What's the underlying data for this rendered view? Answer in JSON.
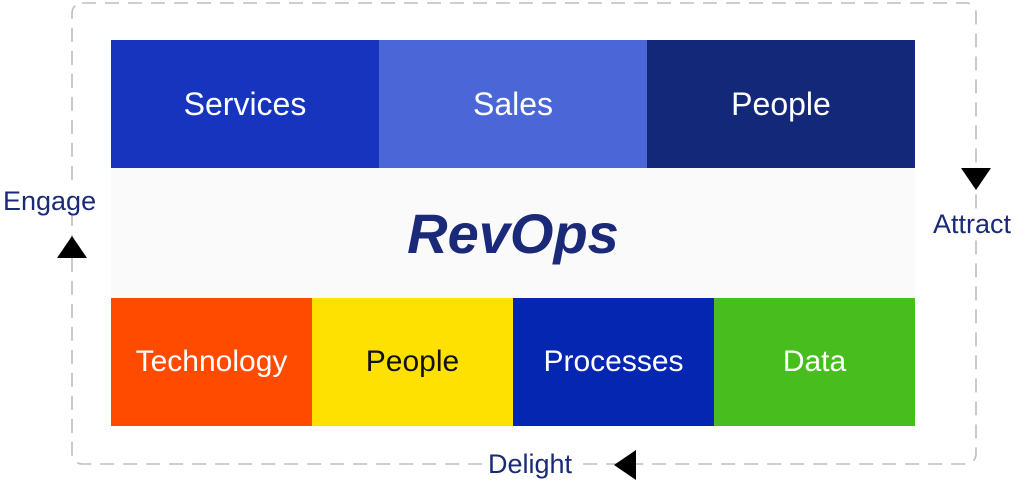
{
  "top_row": [
    {
      "label": "Services",
      "color": "#1634bd"
    },
    {
      "label": "Sales",
      "color": "#4b66d6"
    },
    {
      "label": "People",
      "color": "#14287a"
    }
  ],
  "center": {
    "label": "RevOps",
    "color": "#1a2a78"
  },
  "bottom_row": [
    {
      "label": "Technology",
      "color": "#ff4b00",
      "text_color": "#ffffff"
    },
    {
      "label": "People",
      "color": "#ffe100",
      "text_color": "#111111"
    },
    {
      "label": "Processes",
      "color": "#0426b0",
      "text_color": "#ffffff"
    },
    {
      "label": "Data",
      "color": "#47be1e",
      "text_color": "#ffffff"
    }
  ],
  "cycle": {
    "engage": "Engage",
    "attract": "Attract",
    "delight": "Delight",
    "border_color": "#bdbdbd",
    "arrow_color": "#000000"
  }
}
